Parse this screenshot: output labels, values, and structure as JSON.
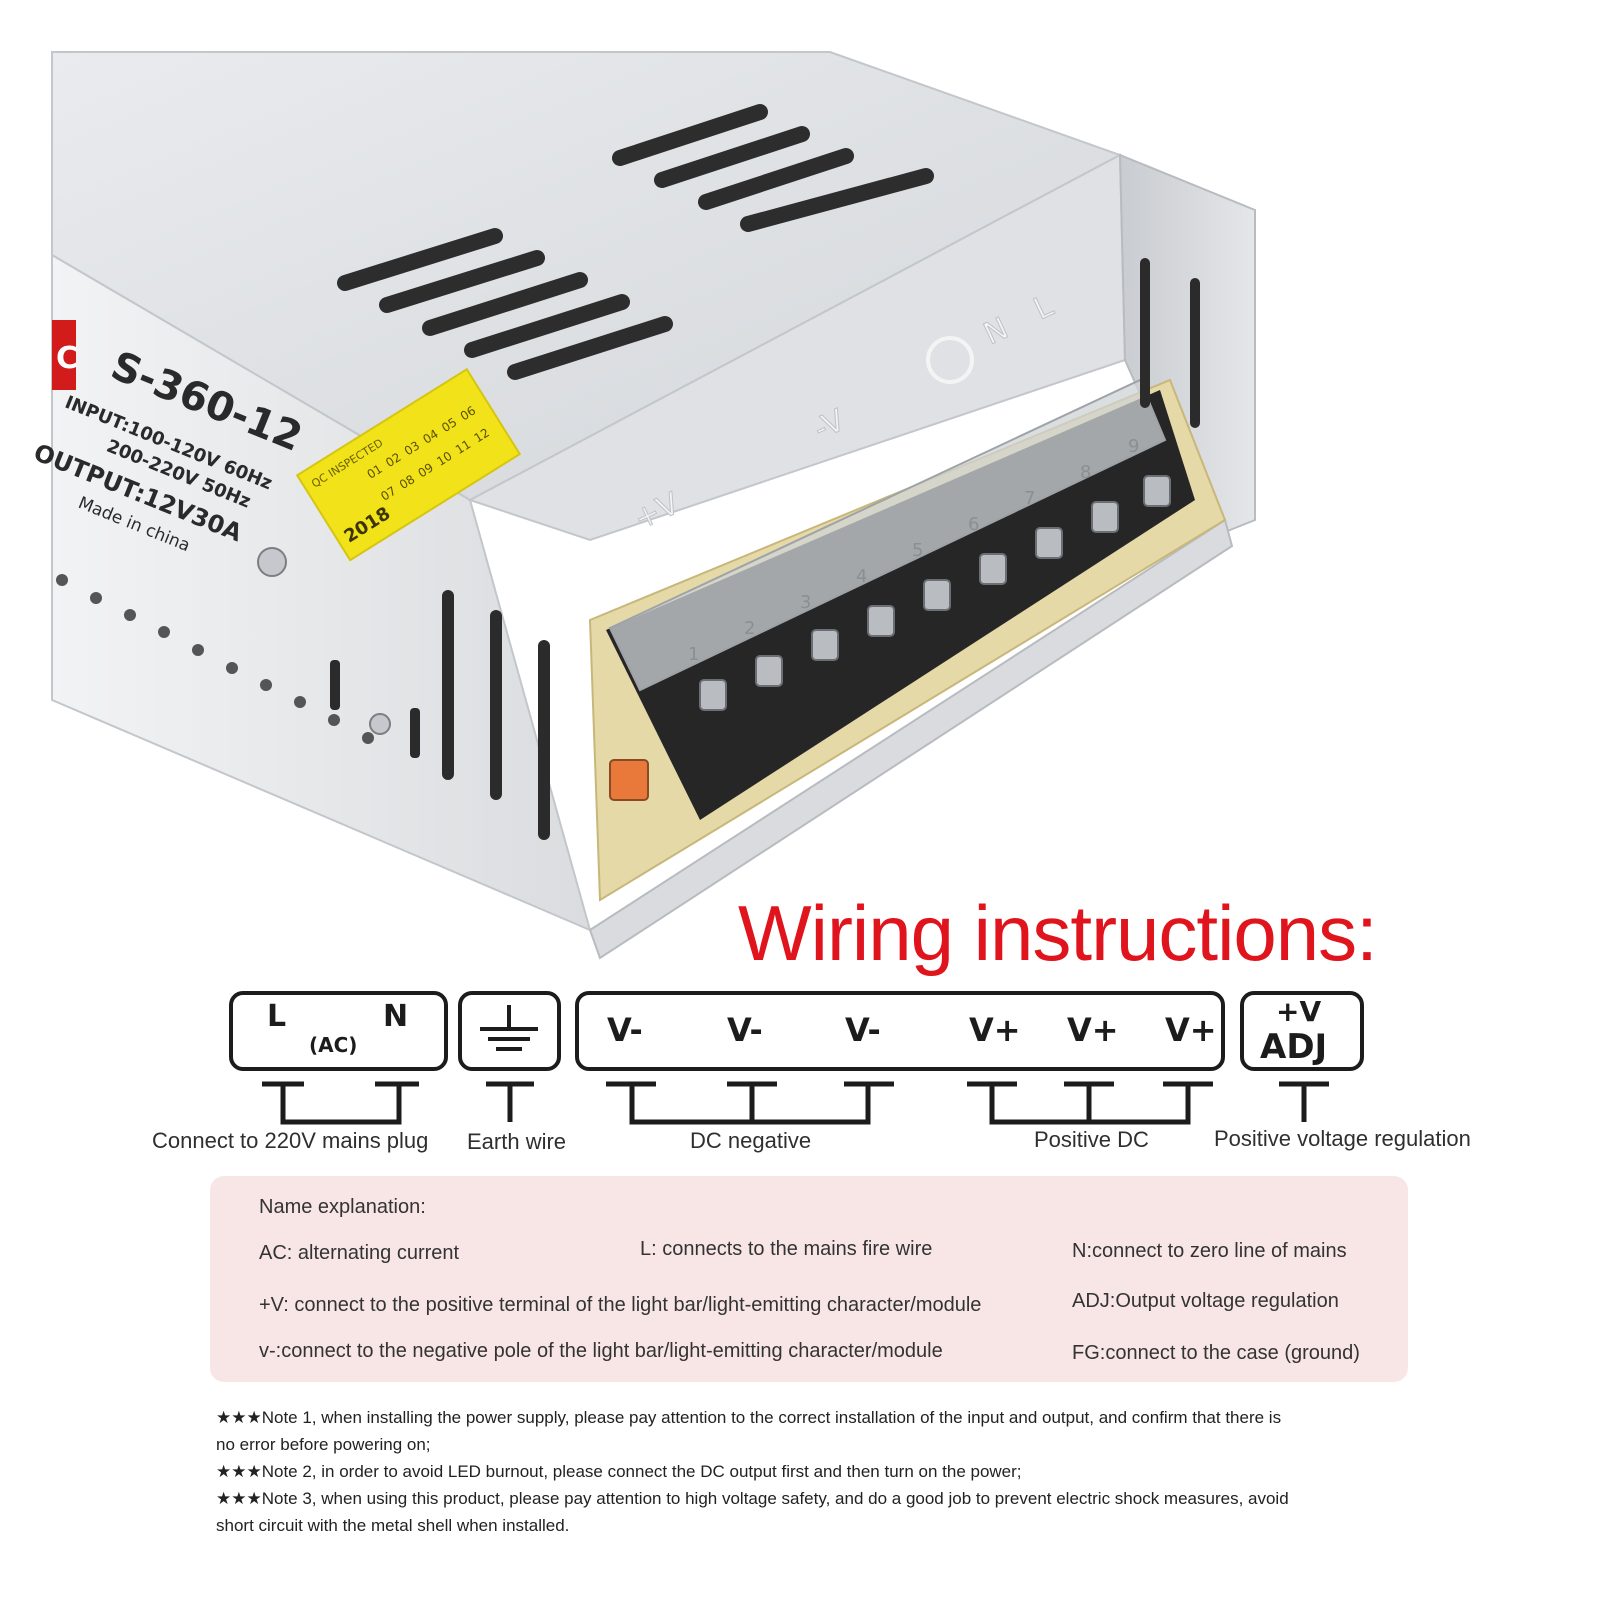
{
  "product": {
    "logo_text": "C",
    "model": "S-360-12",
    "input_line1": "INPUT:100-120V 60Hz",
    "input_line2": "200-220V 50Hz",
    "output": "OUTPUT:12V30A",
    "origin": "Made in china",
    "qc_sticker_title": "QC INSPECTED",
    "qc_year": "2018",
    "qc_months_row1": [
      "01",
      "02",
      "03",
      "04",
      "05",
      "06"
    ],
    "qc_months_row2": [
      "07",
      "08",
      "09",
      "10",
      "11",
      "12"
    ],
    "terminal_numbers": [
      "1",
      "2",
      "3",
      "4",
      "5",
      "6",
      "7",
      "8",
      "9"
    ],
    "side_marks": [
      "+V",
      "-V",
      "L",
      "N"
    ]
  },
  "title": "Wiring instructions:",
  "terminals": {
    "ac": {
      "left": "L",
      "right": "N",
      "middle": "(AC)"
    },
    "earth_symbol": "ground-icon",
    "dc_labels": [
      "V-",
      "V-",
      "V-",
      "V+",
      "V+",
      "V+"
    ],
    "adj": {
      "top": "+V",
      "bottom": "ADJ"
    }
  },
  "captions": {
    "ac": "Connect to 220V mains plug",
    "earth": "Earth wire",
    "negative": "DC negative",
    "positive": "Positive DC",
    "adj": "Positive voltage regulation"
  },
  "legend": {
    "heading": "Name explanation:",
    "ac": "AC: alternating current",
    "l": "L: connects to the mains fire wire",
    "n": "N:connect to zero line of mains",
    "pv": "+V: connect to the positive terminal of the light bar/light-emitting character/module",
    "adj": "ADJ:Output voltage regulation",
    "nv": "v-:connect to the negative pole of the light bar/light-emitting character/module",
    "fg": "FG:connect to the case (ground)"
  },
  "notes": {
    "n1_line1": "★★★Note 1, when installing the power supply, please pay attention to the correct installation of the input and output, and confirm that there is",
    "n1_line2": "no error before powering on;",
    "n2": "★★★Note 2, in order to avoid LED burnout, please connect the DC output first and then turn on the power;",
    "n3_line1": "★★★Note 3, when using this product, please pay attention to high voltage safety, and do a good job to prevent electric shock measures, avoid",
    "n3_line2": "short circuit with the metal shell when installed."
  },
  "colors": {
    "title_red": "#e0141c",
    "legend_bg": "#f8e6e6",
    "sticker_yellow": "#f2e21a",
    "case_silver": "#cfd2d6"
  }
}
